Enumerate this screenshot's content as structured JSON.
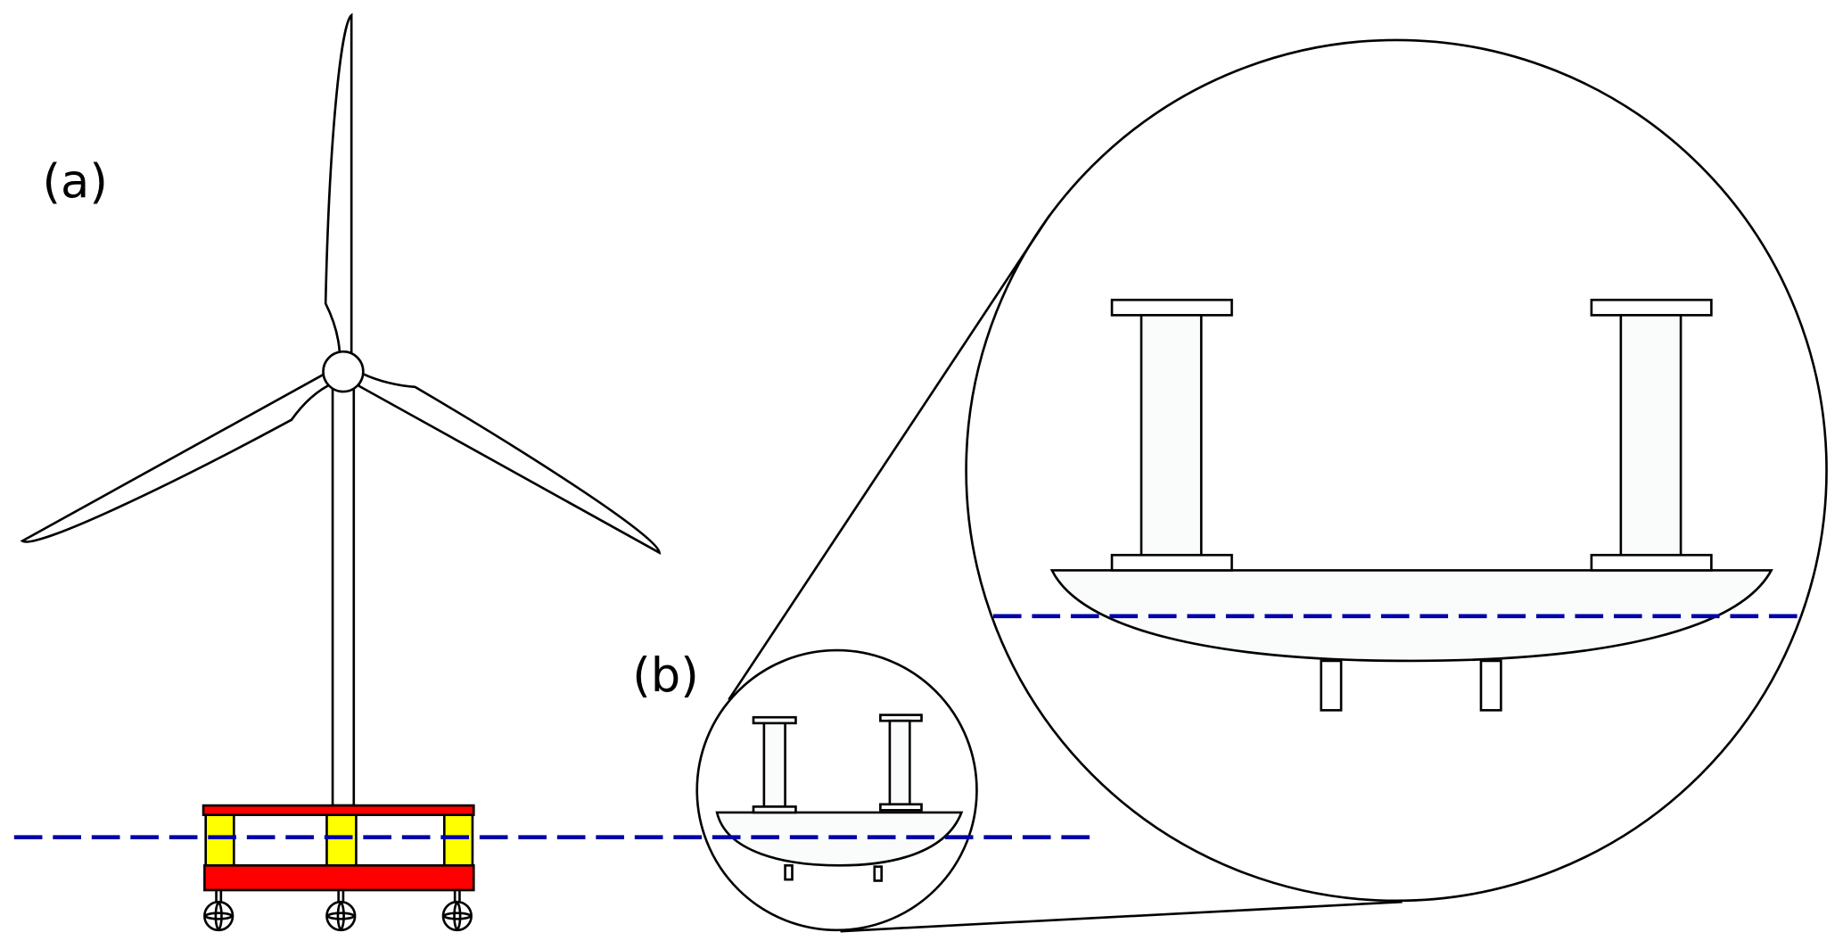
{
  "labels": {
    "panel_a": "(a)",
    "panel_b": "(b)"
  },
  "colors": {
    "water_line": "#0000aa",
    "platform_deck": "#ff0000",
    "platform_columns": "#ffff00"
  },
  "icons": [
    "wind-turbine",
    "floating-platform",
    "buoy-wheel",
    "magnified-inset"
  ]
}
